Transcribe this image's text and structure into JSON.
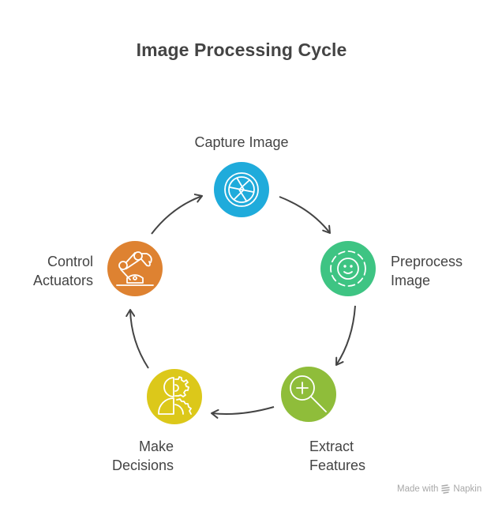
{
  "title": "Image Processing Cycle",
  "colors": {
    "capture": "#1fabdb",
    "preprocess": "#3ec483",
    "extract": "#8fbd3a",
    "decisions": "#dcc81a",
    "control": "#de8231",
    "arrow": "#444444",
    "text": "#444444"
  },
  "steps": [
    {
      "id": "capture",
      "label_line1": "Capture Image",
      "label_line2": "",
      "icon": "camera-aperture-icon"
    },
    {
      "id": "preprocess",
      "label_line1": "Preprocess",
      "label_line2": "Image",
      "icon": "face-recognition-icon"
    },
    {
      "id": "extract",
      "label_line1": "Extract",
      "label_line2": "Features",
      "icon": "zoom-in-magnifier-icon"
    },
    {
      "id": "decisions",
      "label_line1": "Make",
      "label_line2": "Decisions",
      "icon": "head-gears-icon"
    },
    {
      "id": "control",
      "label_line1": "Control",
      "label_line2": "Actuators",
      "icon": "robotic-arm-icon"
    }
  ],
  "watermark": {
    "prefix": "Made with",
    "brand": "Napkin"
  }
}
